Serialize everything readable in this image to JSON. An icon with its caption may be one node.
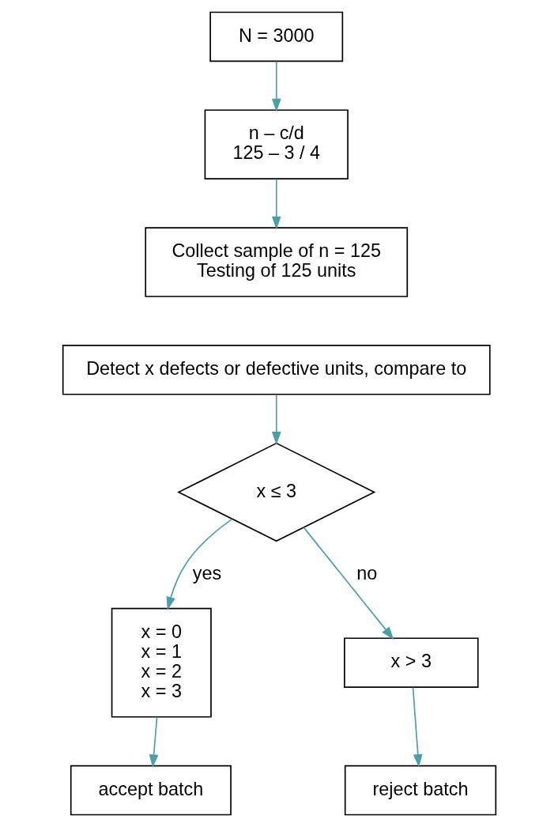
{
  "diagram": {
    "nodes": [
      {
        "text": [
          "N = 3000"
        ]
      },
      {
        "text": [
          "n – c/d",
          "125 – 3 / 4"
        ]
      },
      {
        "text": [
          "Collect sample of n = 125",
          "Testing of 125 units"
        ]
      },
      {
        "text": [
          "Detect x defects or defective units, compare to"
        ]
      },
      {
        "text": [
          "x ≤ 3"
        ]
      },
      {
        "text": [
          "x = 0",
          "x = 1",
          "x = 2",
          "x = 3"
        ]
      },
      {
        "text": [
          "x > 3"
        ]
      },
      {
        "text": [
          "accept batch"
        ]
      },
      {
        "text": [
          "reject batch"
        ]
      }
    ],
    "edges": [
      {
        "from": 0,
        "to": 1,
        "arrow": "to"
      },
      {
        "from": 1,
        "to": 2,
        "arrow": "to"
      },
      {
        "from": 3,
        "to": 4,
        "arrow": "to"
      },
      {
        "from": 4,
        "to": 5,
        "arrow": "to",
        "label": "yes"
      },
      {
        "from": 4,
        "to": 6,
        "arrow": "to",
        "label": "no"
      },
      {
        "from": 5,
        "to": 7,
        "arrow": "to"
      },
      {
        "from": 6,
        "to": 8,
        "arrow": "to"
      }
    ]
  }
}
